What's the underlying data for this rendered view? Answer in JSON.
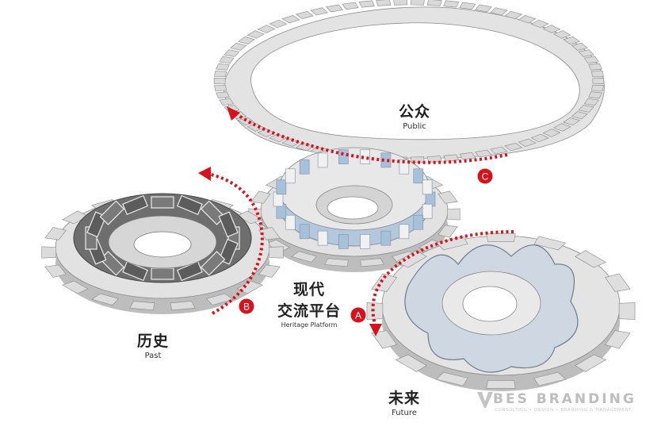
{
  "nodes": {
    "public": {
      "zh": "公众",
      "en": "Public"
    },
    "heritage": {
      "zh_line1": "现代",
      "zh_line2": "交流平台",
      "en": "Heritage Platform"
    },
    "past": {
      "zh": "历史",
      "en": "Past"
    },
    "future": {
      "zh": "未来",
      "en": "Future"
    }
  },
  "arrows": [
    {
      "id": "A",
      "label": "A"
    },
    {
      "id": "B",
      "label": "B"
    },
    {
      "id": "C",
      "label": "C"
    }
  ],
  "brand": {
    "name": "BES BRANDING",
    "tagline": "CONSULTING • DESIGN • BRANDING & MANAGEMENT",
    "logo_icon": "bes-logo-icon"
  },
  "colors": {
    "accent": "#d6131c",
    "gear_top": "#e2e2e2",
    "gear_side": "#bcbcbc",
    "roof_dark": "#6b6b6b",
    "facade_blue": "#aac3dc"
  }
}
